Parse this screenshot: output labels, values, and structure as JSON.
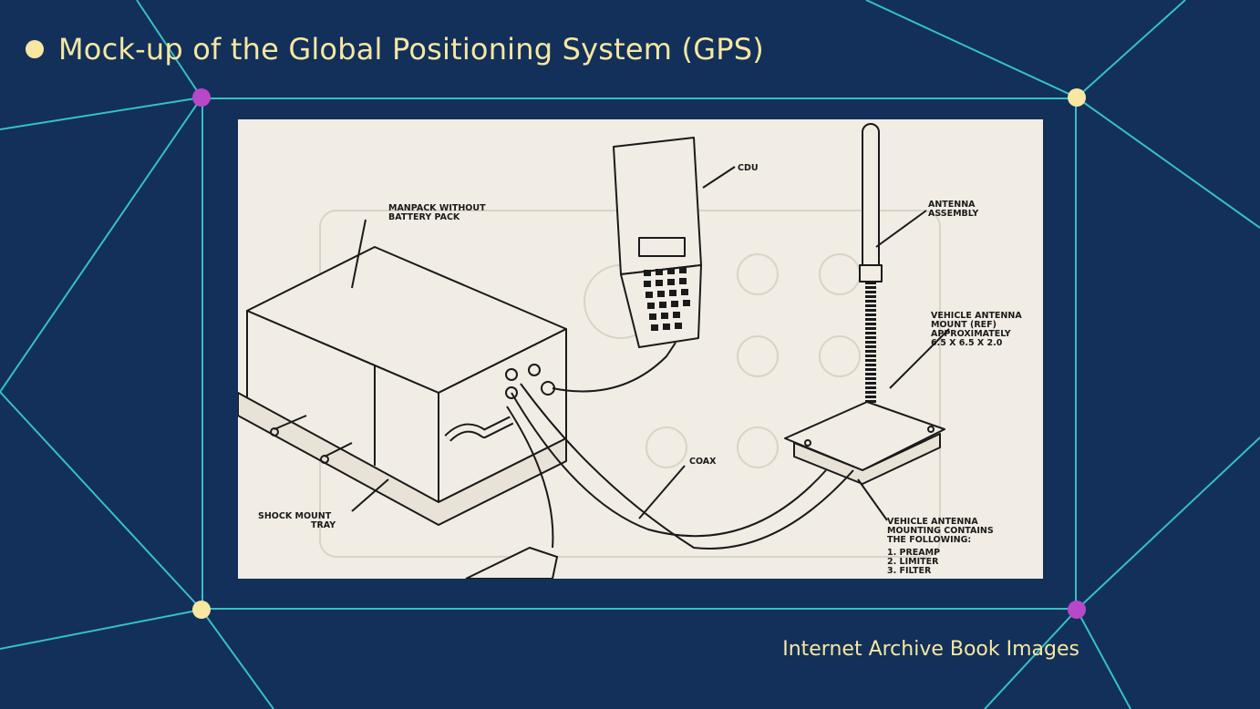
{
  "slide": {
    "title": "Mock-up of the Global Positioning System (GPS)",
    "credit": "Internet Archive Book Images",
    "colors": {
      "background": "#12305a",
      "accent_line": "#35c0c8",
      "text": "#f7e7a1",
      "node_yellow": "#f7e7a1",
      "node_purple": "#b847c9"
    }
  },
  "figure": {
    "labels": {
      "manpack": [
        "MANPACK WITHOUT",
        "BATTERY PACK"
      ],
      "cdu": "CDU",
      "antenna": [
        "ANTENNA",
        "ASSEMBLY"
      ],
      "vehicle_mount": [
        "VEHICLE ANTENNA",
        "MOUNT (REF)",
        "APPROXIMATELY",
        "6.5 X 6.5 X 2.0"
      ],
      "coax": "COAX",
      "shock": [
        "SHOCK MOUNT",
        "TRAY"
      ],
      "vehicle_mounting": [
        "VEHICLE ANTENNA",
        "MOUNTING CONTAINS",
        "THE FOLLOWING:",
        "1. PREAMP",
        "2. LIMITER",
        "3. FILTER"
      ]
    }
  }
}
